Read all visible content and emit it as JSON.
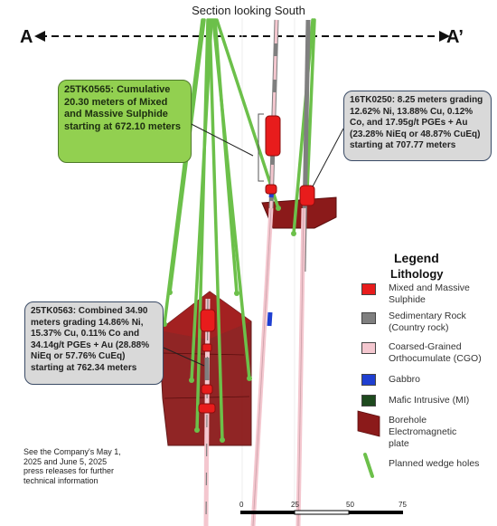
{
  "title": "Section looking South",
  "section_start": "A",
  "section_end": "A’",
  "callouts": {
    "green": "25TK0565: Cumulative 20.30 meters of Mixed and Massive Sulphide starting at 672.10 meters",
    "grey_right": "16TK0250: 8.25 meters grading 12.62% Ni, 13.88% Cu, 0.12% Co, and 17.95g/t PGEs + Au (23.28% NiEq or 48.87% CuEq) starting at 707.77 meters",
    "grey_left": "25TK0563: Combined 34.90 meters grading 14.86% Ni, 15.37% Cu, 0.11% Co and 34.14g/t PGEs + Au (28.88% NiEq or 57.76% CuEq) starting at 762.34 meters"
  },
  "legend": {
    "title": "Legend",
    "subtitle": "Lithology",
    "items": [
      {
        "label": "Mixed and Massive Sulphide",
        "color": "#e81c1c"
      },
      {
        "label": "Sedimentary Rock (Country rock)",
        "color": "#7f7f7f"
      },
      {
        "label": "Coarsed-Grained Orthocumulate (CGO)",
        "color": "#f4c7cf"
      },
      {
        "label": "Gabbro",
        "color": "#1f3fd1"
      },
      {
        "label": "Mafic Intrusive (MI)",
        "color": "#1e4a1e"
      },
      {
        "label": "Borehole Electromagnetic plate",
        "color": "#8b1a1a"
      },
      {
        "label": "Planned wedge holes",
        "color": "#7ed957"
      }
    ]
  },
  "note": "See the Company's May 1, 2025 and June 5, 2025 press releases for further technical information",
  "scale": {
    "labels": [
      "0",
      "25",
      "50",
      "75"
    ]
  }
}
